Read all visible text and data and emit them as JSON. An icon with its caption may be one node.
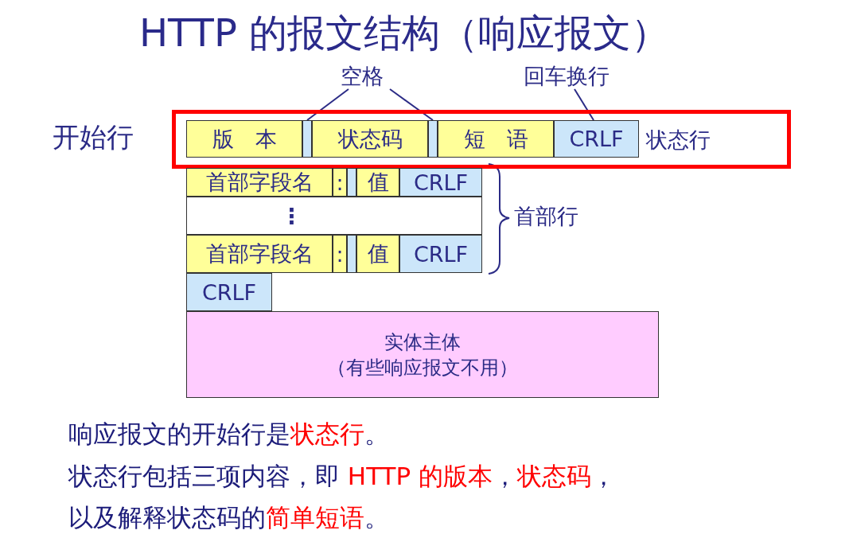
{
  "diagram": {
    "title": "HTTP 的报文结构（响应报文）",
    "nodes": [
      {
        "text": [
          "空格"
        ]
      },
      {
        "text": [
          "回车换行"
        ]
      },
      {
        "text": [
          "开始行",
          "状态行"
        ]
      },
      {
        "text": [
          "版　本"
        ],
        "in": 2
      },
      {
        "text": [],
        "shape": "box",
        "in": 2
      },
      {
        "text": [
          "状态码"
        ],
        "in": 2
      },
      {
        "text": [],
        "shape": "box",
        "in": 2
      },
      {
        "text": [
          "短　语"
        ],
        "in": 2
      },
      {
        "text": [
          "CRLF"
        ],
        "in": 2
      },
      {
        "text": [
          "首部字段名"
        ]
      },
      {
        "text": [
          ":"
        ]
      },
      {
        "text": [],
        "shape": "box"
      },
      {
        "text": [
          "值"
        ]
      },
      {
        "text": [
          "CRLF"
        ]
      },
      {
        "text": [
          "⋮"
        ]
      },
      {
        "text": [
          "首部字段名"
        ]
      },
      {
        "text": [
          ":"
        ]
      },
      {
        "text": [],
        "shape": "box"
      },
      {
        "text": [
          "值"
        ]
      },
      {
        "text": [
          "CRLF"
        ]
      },
      {
        "text": [
          "CRLF"
        ]
      },
      {
        "text": [
          "实体主体",
          "（有些响应报文不用）"
        ]
      }
    ],
    "edges": [
      {
        "from": 0,
        "to": 4,
        "arrow": "none"
      },
      {
        "from": 0,
        "to": 6,
        "arrow": "none"
      },
      {
        "from": 1,
        "to": 8,
        "arrow": "none"
      }
    ],
    "labels": [
      "首部行",
      "响应报文的开始行是**状态行**。",
      "状态行包括三项内容，即 **HTTP 的版本**，**状态码**，",
      "以及解释状态码的**简单短语**。"
    ]
  }
}
